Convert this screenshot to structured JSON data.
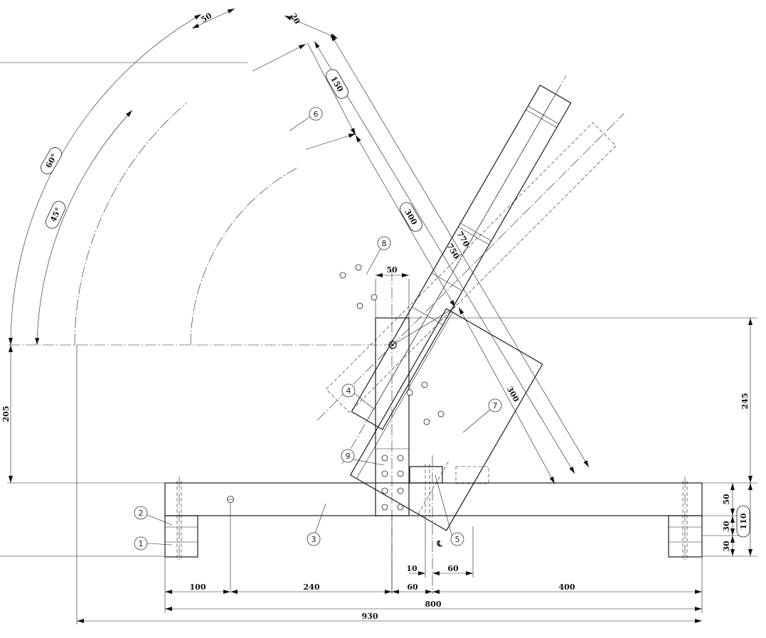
{
  "dimensions": {
    "d50_top": "50",
    "d20_top": "20",
    "d150": "150",
    "d300_upper": "300",
    "d770": "770",
    "d750": "750",
    "d60deg": "60°",
    "d45deg": "45°",
    "d50_mid": "50",
    "d300_lower": "300",
    "d245": "245",
    "d205": "205",
    "d50_right": "50",
    "d30_a": "30",
    "d30_b": "30",
    "d110": "110",
    "d10": "10",
    "d60_low": "60",
    "d100": "100",
    "d240": "240",
    "d60_bottom": "60",
    "d400": "400",
    "d800": "800",
    "d930": "930"
  },
  "balloons": [
    "1",
    "2",
    "3",
    "4",
    "5",
    "6",
    "7",
    "8",
    "9"
  ],
  "centerline_symbol": "℄"
}
